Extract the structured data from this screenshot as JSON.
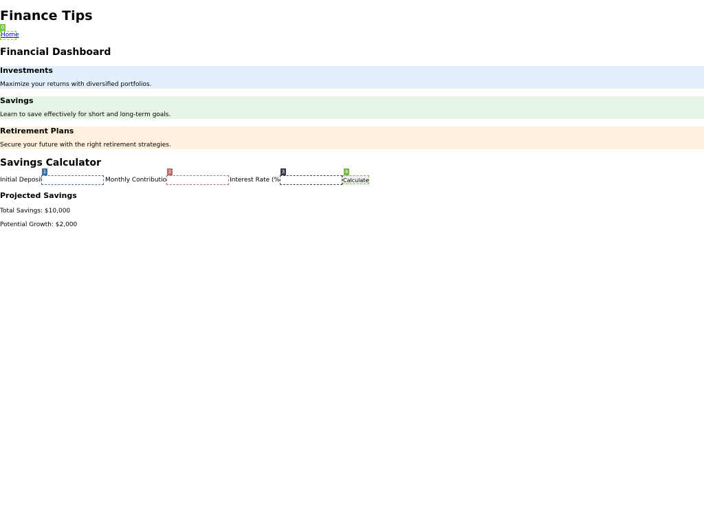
{
  "site": {
    "title": "Finance Tips"
  },
  "nav": {
    "home_label": "Home",
    "home_mark": "0"
  },
  "dashboard": {
    "title": "Financial Dashboard",
    "cards": [
      {
        "title": "Investments",
        "text": "Maximize your returns with diversified portfolios.",
        "bg": "#e3f0fb"
      },
      {
        "title": "Savings",
        "text": "Learn to save effectively for short and long-term goals.",
        "bg": "#e6f4e6"
      },
      {
        "title": "Retirement Plans",
        "text": "Secure your future with the right retirement strategies.",
        "bg": "#fef1dd"
      }
    ]
  },
  "calculator": {
    "title": "Savings Calculator",
    "initial_deposit": {
      "label": "Initial Deposit:",
      "value": "",
      "mark": "1",
      "color": "#3a6ea5"
    },
    "monthly_contribution": {
      "label": "Monthly Contribution:",
      "value": "",
      "mark": "2",
      "color": "#b86b6b"
    },
    "interest_rate": {
      "label": "Interest Rate (%):",
      "value": "",
      "mark": "3",
      "color": "#3b3b4f"
    },
    "calculate": {
      "label": "Calculate",
      "mark": "4",
      "color": "#7ab648"
    }
  },
  "projected": {
    "title": "Projected Savings",
    "total_savings": "Total Savings: $10,000",
    "potential_growth": "Potential Growth: $2,000"
  }
}
